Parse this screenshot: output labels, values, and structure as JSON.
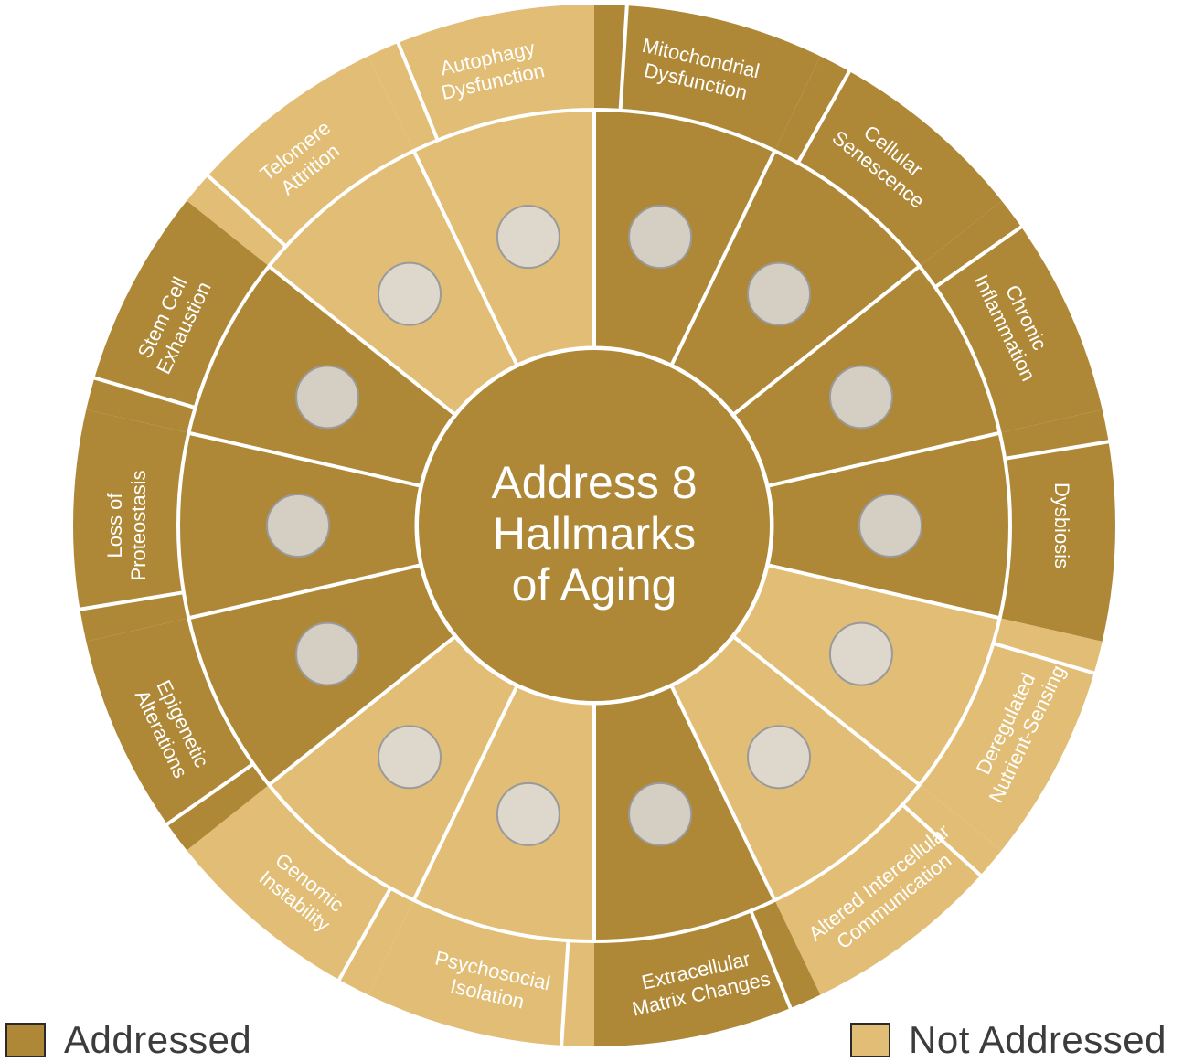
{
  "center_text": [
    "Address 8",
    "Hallmarks",
    "of Aging"
  ],
  "colors": {
    "addressed": "#AF8837",
    "not_addressed": "#E2BD75",
    "icon": "#dcdcdc"
  },
  "sectors": [
    {
      "lines": [
        "Mitochondrial",
        "Dysfunction"
      ],
      "status": "addressed",
      "icon": "mitochondrion-icon"
    },
    {
      "lines": [
        "Cellular",
        "Senescence"
      ],
      "status": "addressed",
      "icon": "senescent-leaf-icon"
    },
    {
      "lines": [
        "Chronic",
        "Inflammation"
      ],
      "status": "addressed",
      "icon": "inflammation-cell-icon"
    },
    {
      "lines": [
        "Dysbiosis"
      ],
      "status": "addressed",
      "icon": "bacterium-icon"
    },
    {
      "lines": [
        "Deregulated",
        "Nutrient-Sensing"
      ],
      "status": "not_addressed",
      "icon": "cutlery-icon"
    },
    {
      "lines": [
        "Altered Intercellular",
        "Communication"
      ],
      "status": "not_addressed",
      "icon": "network-icon"
    },
    {
      "lines": [
        "Extracellular",
        "Matrix Changes"
      ],
      "status": "addressed",
      "icon": "extracellular-matrix-icon"
    },
    {
      "lines": [
        "Psychosocial",
        "Isolation"
      ],
      "status": "not_addressed",
      "icon": "isolated-people-icon"
    },
    {
      "lines": [
        "Genomic",
        "Instability"
      ],
      "status": "not_addressed",
      "icon": "dna-icon"
    },
    {
      "lines": [
        "Epigenetic",
        "Alterations"
      ],
      "status": "addressed",
      "icon": "nucleosome-icon"
    },
    {
      "lines": [
        "Loss of",
        "Proteostasis"
      ],
      "status": "addressed",
      "icon": "protein-icon"
    },
    {
      "lines": [
        "Stem Cell",
        "Exhaustion"
      ],
      "status": "addressed",
      "icon": "stem-cell-icon"
    },
    {
      "lines": [
        "Telomere",
        "Attrition"
      ],
      "status": "not_addressed",
      "icon": "chromosome-icon"
    },
    {
      "lines": [
        "Autophagy",
        "Dysfunction"
      ],
      "status": "not_addressed",
      "icon": "autophagosome-icon"
    }
  ],
  "legend": {
    "addressed": "Addressed",
    "not_addressed": "Not Addressed"
  }
}
